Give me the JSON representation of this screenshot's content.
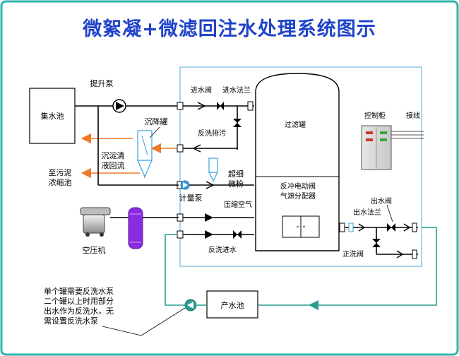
{
  "title": "微絮凝+微滤回注水处理系统图示",
  "colors": {
    "border": "#2fb3ad",
    "title": "#1f43c9",
    "frame": "#6fb7da",
    "pipe": "#000000",
    "green_pipe": "#2a9d8f",
    "orange_flow": "#f07a2a",
    "blue_tank": "#3aa0e0",
    "purple_tank": "#8a2be2"
  },
  "labels": {
    "collect_pool": "集水池",
    "lift_pump": "提升泵",
    "settling_tank": "沉降罐",
    "sludge_return": [
      "沉淀清",
      "液回流"
    ],
    "to_sludge": [
      "至污泥",
      "浓缩池"
    ],
    "ultrafine_powder": [
      "超细",
      "微粉"
    ],
    "metering_pump": "计量泵",
    "compressor": "空压机",
    "inlet_valve": "进水阀",
    "inlet_flange": "进水法兰",
    "backwash_drain": "反洗排污",
    "filter_tank": "过滤罐",
    "control_cabinet": "控制柜",
    "wiring": "接线",
    "pneumatic_valve": [
      "反冲电动阀",
      "气源分配器"
    ],
    "compressed_air": "压缩空气",
    "backwash_inlet": "反洗进水",
    "outlet_valve": "出水阀",
    "outlet_flange": "出水法兰",
    "forward_wash_valve": "正洗阀",
    "product_pool": "产水池",
    "note": [
      "单个罐需要反洗水泵",
      "二个罐以上时用部分",
      "出水作为反洗水，无",
      "需设置反洗水泵"
    ]
  }
}
